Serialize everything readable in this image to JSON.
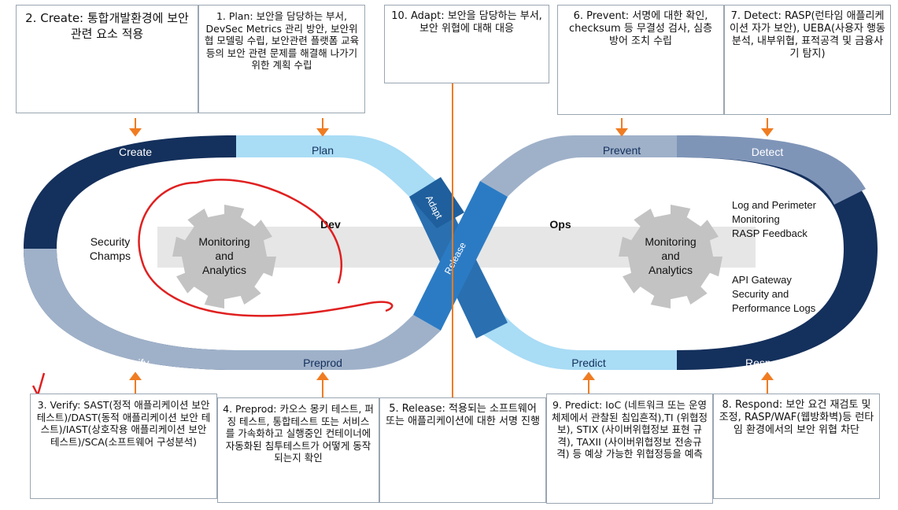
{
  "boxes": {
    "create": "2. Create: 통합개발환경에 보안관련 요소 적용",
    "plan": "1. Plan: 보안을 담당하는 부서, DevSec Metrics 관리 방안, 보안위협 모델링 수립, 보안관련 플랫폼 교육 등의 보안 관련 문제를 해결해 나가기 위한 계획 수립",
    "adapt": "10. Adapt: 보안을 담당하는 부서, 보안 위협에 대해 대응",
    "prevent": "6. Prevent: 서명에 대한 확인, checksum 등 무결성 검사, 심층 방어 조치 수립",
    "detect": "7. Detect: RASP(런타임 애플리케이션 자가 보안), UEBA(사용자 행동 분석, 내부위협, 표적공격 및 금융사기 탐지)",
    "verify": "3. Verify: SAST(정적 애플리케이션 보안 테스트)/DAST(동적 애플리케이션 보안 테스트)/IAST(상호작용 애플리케이션 보안 테스트)/SCA(소프트웨어 구성분석)",
    "preprod": "4. Preprod: 카오스 몽키 테스트, 퍼징 테스트, 통합테스트 또는 서비스를 가속화하고 실행중인 컨테이너에 자동화된 침투테스트가 어떻게 동작되는지 확인",
    "release": "5. Release: 적용되는 소프트웨어 또는 애플리케이션에 대한 서명 진행",
    "predict": "9. Predict: IoC (네트워크 또는 운영체제에서 관찰된 침입흔적),TI (위협정보), STIX (사이버위협정보 표현 규격), TAXII (사이버위협정보 전송규격) 등 예상 가능한 위협정등을 예측",
    "respond": "8. Respond: 보안 요건 재검토 및 조정, RASP/WAF(웹방화벽)등 런타임 환경에서의 보안 위협 차단"
  },
  "loop": {
    "create": "Create",
    "plan": "Plan",
    "prevent": "Prevent",
    "detect": "Detect",
    "verify": "Verify",
    "preprod": "Preprod",
    "predict": "Predict",
    "respond": "Respond",
    "adapt": "Adapt",
    "release": "Release",
    "dev": "Dev",
    "ops": "Ops",
    "security_champs": [
      "Security",
      "Champs"
    ],
    "left_gear": [
      "Monitoring",
      "and",
      "Analytics"
    ],
    "right_gear": [
      "Monitoring",
      "and",
      "Analytics"
    ],
    "right_notes_1": [
      "Log and Perimeter",
      "Monitoring",
      "RASP Feedback"
    ],
    "right_notes_2": [
      "API Gateway",
      "Security and",
      "Performance Logs"
    ]
  },
  "colors": {
    "navy": "#14305c",
    "light_blue": "#a9dcf5",
    "mid_blue": "#8db4d9",
    "slate": "#9fb1c9",
    "deep_blue": "#2a6fb0",
    "gear": "#c3c3c3",
    "arrow": "#f07c22",
    "annotation": "#e02020"
  }
}
